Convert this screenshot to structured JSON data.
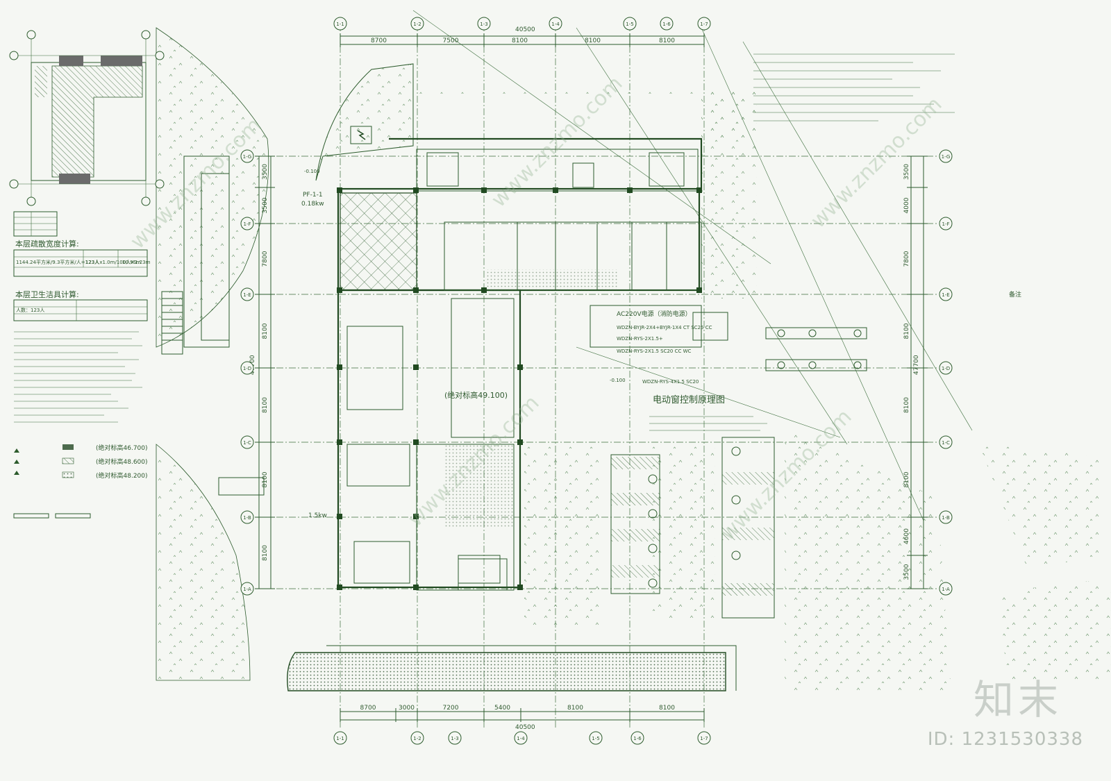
{
  "dims_top": [
    "8700",
    "7500",
    "8100",
    "8100",
    "8100"
  ],
  "dims_top_total": "40500",
  "dims_bottom": [
    "8700",
    "3000",
    "7200",
    "5400",
    "8100",
    "8100"
  ],
  "dims_bottom_total": "40500",
  "dims_right": [
    "3500",
    "4000",
    "7800",
    "8100",
    "8100",
    "8100",
    "4600",
    "3500"
  ],
  "dims_right_total": "47700",
  "dims_left": [
    "3500",
    "3500",
    "7800",
    "8100",
    "8100",
    "8100",
    "8100"
  ],
  "dims_left_total": "47700",
  "col_axes": [
    "1-1",
    "1-2",
    "1-3",
    "1-4",
    "1-5",
    "1-6",
    "1-7"
  ],
  "row_axes": [
    "1-G",
    "1-F",
    "1-E",
    "1-D",
    "1-C",
    "1-B",
    "1-A"
  ],
  "levels": {
    "main": "(绝对标高49.100)",
    "legend_a": "(绝对标高46.700)",
    "legend_b": "(绝对标高48.600)",
    "legend_c": "(绝对标高48.200)",
    "minus_a": "-0.100",
    "minus_b": "-0.100"
  },
  "calc": {
    "evac_title": "本层疏散宽度计算:",
    "evac_row": "1144.24平方米/9.3平方米/人=123人",
    "evac_width": "123人x1.0m/100人=1.23m",
    "evac_result": "10.95m",
    "toilet_title": "本层卫生洁具计算:",
    "toilet_row": "人数：123人"
  },
  "labels": {
    "pf": "PF-1-1",
    "pf_power": "0.18kw",
    "fan_power": "1.5kw",
    "ac_supply": "AC220V电源（消防电源）",
    "cable_1": "WDZN-BYJR-2X4+BYJR-1X4 CT SC25 CC",
    "cable_2": "WDZN-RYS-2X1.5+",
    "cable_3": "WDZN-RYS-2X1.5 SC20 CC WC",
    "cable_4": "WDZN-RYS-4X1.5 SC20",
    "window_title": "电动窗控制原理图",
    "remark": "备注"
  },
  "brand": {
    "logo_text": "知末",
    "id_text": "ID: 1231530338",
    "watermark": "www.znzmo.com"
  }
}
